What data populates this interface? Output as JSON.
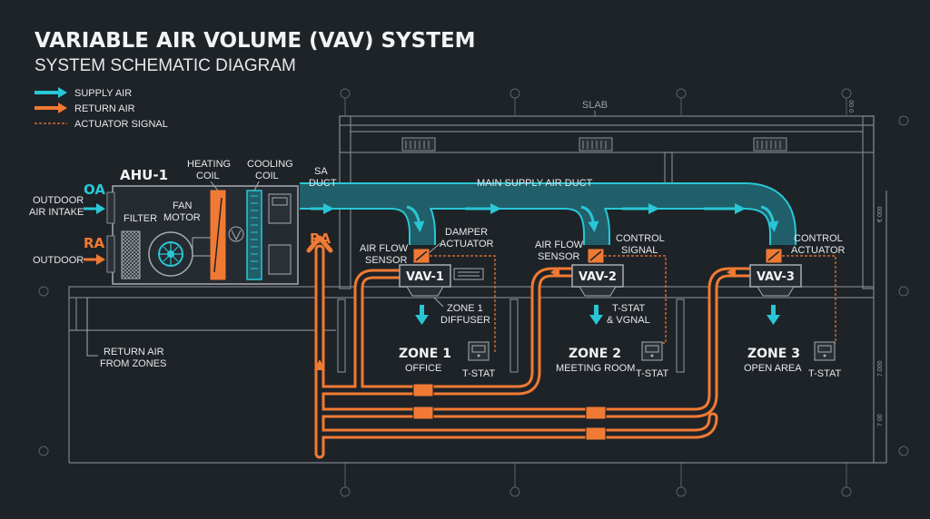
{
  "title": "VARIABLE AIR VOLUME (VAV) SYSTEM",
  "subtitle": "SYSTEM SCHEMATIC DIAGRAM",
  "legend": {
    "supply": "SUPPLY AIR",
    "return": "RETURN AIR",
    "signal": "ACTUATOR SIGNAL"
  },
  "labels": {
    "slab": "SLAB",
    "ahu": "AHU-1",
    "heating_coil_1": "HEATING",
    "heating_coil_2": "COIL",
    "cooling_coil_1": "COOLING",
    "cooling_coil_2": "COIL",
    "filter": "FILTER",
    "fan_1": "FAN",
    "fan_2": "MOTOR",
    "oa": "OA",
    "ra": "RA",
    "ra_right": "RA",
    "outdoor_intake_1": "OUTDOOR",
    "outdoor_intake_2": "AIR INTAKE",
    "outdoor": "OUTDOOR",
    "sa_duct_1": "SA",
    "sa_duct_2": "DUCT",
    "main_duct": "MAIN SUPPLY AIR DUCT",
    "return_air_1": "RETURN AIR",
    "return_air_2": "FROM ZONES",
    "damper_1": "DAMPER",
    "damper_2": "ACTUATOR",
    "airflow_sensor_1": "AIR FLOW",
    "airflow_sensor_2": "SENSOR",
    "airflow_sensor2_1": "AIR FLOW",
    "airflow_sensor2_2": "SENSOR",
    "control_signal_1": "CONTROL",
    "control_signal_2": "SIGNAL",
    "control_actuator_1": "CONTROL",
    "control_actuator_2": "ACTUATOR",
    "diffuser_1": "ZONE 1",
    "diffuser_2": "DIFFUSER",
    "tstat_vgnal_1": "T-STAT",
    "tstat_vgnal_2": "& VGNAL",
    "dim_1": "0 00",
    "dim_2": "€ 000",
    "dim_3": "7.000",
    "dim_4": "7 00"
  },
  "vavs": [
    {
      "name": "VAV-1",
      "zone": "ZONE 1",
      "room": "OFFICE",
      "tstat": "T-STAT"
    },
    {
      "name": "VAV-2",
      "zone": "ZONE 2",
      "room": "MEETING ROOM",
      "tstat": "T-STAT"
    },
    {
      "name": "VAV-3",
      "zone": "ZONE 3",
      "room": "OPEN AREA",
      "tstat": "T-STAT"
    }
  ],
  "colors": {
    "supply": "#29c7d6",
    "return": "#f07a33",
    "line": "#8a9199"
  }
}
